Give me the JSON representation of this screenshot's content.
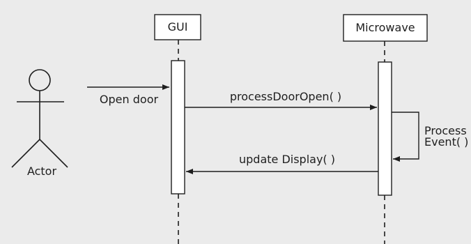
{
  "diagram": {
    "actor": {
      "label": "Actor"
    },
    "lifelines": [
      {
        "id": "gui",
        "label": "GUI"
      },
      {
        "id": "microwave",
        "label": "Microwave"
      }
    ],
    "messages": [
      {
        "from": "actor",
        "to": "gui",
        "label": "Open door"
      },
      {
        "from": "gui",
        "to": "microwave",
        "label": "processDoorOpen( )"
      },
      {
        "from": "microwave",
        "to": "microwave",
        "label_line1": "Process",
        "label_line2": "Event( )"
      },
      {
        "from": "microwave",
        "to": "gui",
        "label": "update Display( )"
      }
    ]
  },
  "colors": {
    "background": "#ebebeb",
    "box_fill": "#ffffff",
    "stroke": "#1e1e1e"
  }
}
